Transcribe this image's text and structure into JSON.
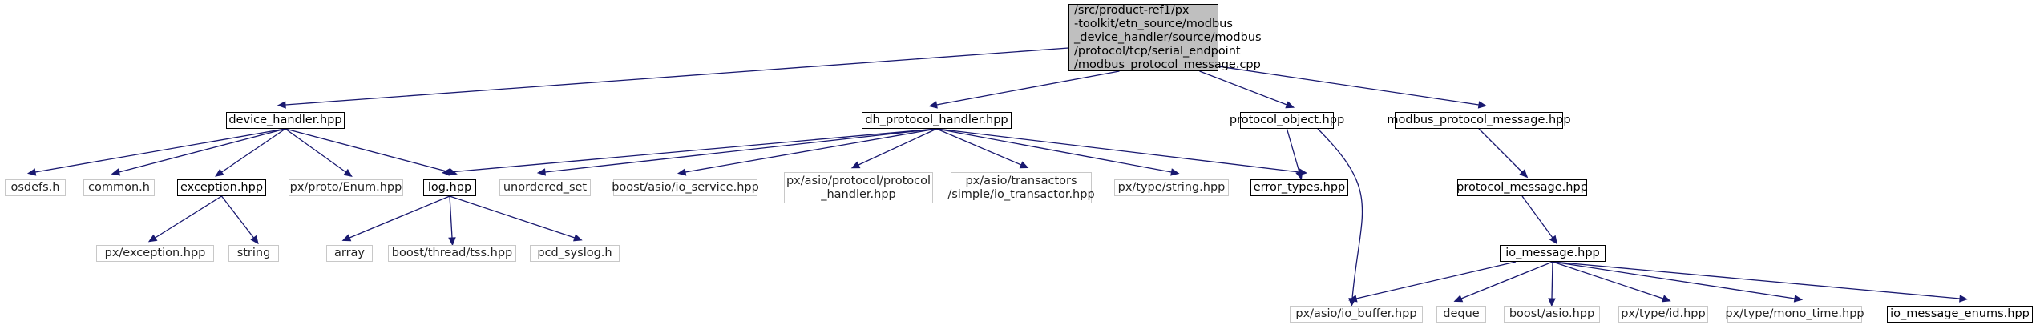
{
  "graph": {
    "colors": {
      "edge": "#191970",
      "root_fill": "#bfbfbf",
      "local_border": "#000000",
      "external_border": "#c8c8c8"
    },
    "nodes": [
      {
        "id": "root",
        "label": "/src/product-ref1/px\n-toolkit/etn_source/modbus\n_device_handler/source/modbus\n/protocol/tcp/serial_endpoint\n/modbus_protocol_message.cpp",
        "kind": "root"
      },
      {
        "id": "device_handler",
        "label": "device_handler.hpp",
        "kind": "local"
      },
      {
        "id": "dh_protocol_handler",
        "label": "dh_protocol_handler.hpp",
        "kind": "local"
      },
      {
        "id": "protocol_object",
        "label": "protocol_object.hpp",
        "kind": "local"
      },
      {
        "id": "modbus_protocol_message",
        "label": "modbus_protocol_message.hpp",
        "kind": "local"
      },
      {
        "id": "osdefs",
        "label": "osdefs.h",
        "kind": "external"
      },
      {
        "id": "common",
        "label": "common.h",
        "kind": "external"
      },
      {
        "id": "exception",
        "label": "exception.hpp",
        "kind": "local"
      },
      {
        "id": "proto_enum",
        "label": "px/proto/Enum.hpp",
        "kind": "external"
      },
      {
        "id": "log",
        "label": "log.hpp",
        "kind": "local"
      },
      {
        "id": "unordered_set",
        "label": "unordered_set",
        "kind": "external"
      },
      {
        "id": "io_service",
        "label": "boost/asio/io_service.hpp",
        "kind": "external"
      },
      {
        "id": "protocol_handler",
        "label": "px/asio/protocol/protocol\n_handler.hpp",
        "kind": "external"
      },
      {
        "id": "io_transactor",
        "label": "px/asio/transactors\n/simple/io_transactor.hpp",
        "kind": "external"
      },
      {
        "id": "type_string",
        "label": "px/type/string.hpp",
        "kind": "external"
      },
      {
        "id": "error_types",
        "label": "error_types.hpp",
        "kind": "local"
      },
      {
        "id": "protocol_message",
        "label": "protocol_message.hpp",
        "kind": "local"
      },
      {
        "id": "px_exception",
        "label": "px/exception.hpp",
        "kind": "external"
      },
      {
        "id": "string",
        "label": "string",
        "kind": "external"
      },
      {
        "id": "array",
        "label": "array",
        "kind": "external"
      },
      {
        "id": "tss",
        "label": "boost/thread/tss.hpp",
        "kind": "external"
      },
      {
        "id": "pcd_syslog",
        "label": "pcd_syslog.h",
        "kind": "external"
      },
      {
        "id": "io_message",
        "label": "io_message.hpp",
        "kind": "local"
      },
      {
        "id": "io_buffer",
        "label": "px/asio/io_buffer.hpp",
        "kind": "external"
      },
      {
        "id": "deque",
        "label": "deque",
        "kind": "external"
      },
      {
        "id": "boost_asio",
        "label": "boost/asio.hpp",
        "kind": "external"
      },
      {
        "id": "type_id",
        "label": "px/type/id.hpp",
        "kind": "external"
      },
      {
        "id": "mono_time",
        "label": "px/type/mono_time.hpp",
        "kind": "external"
      },
      {
        "id": "io_message_enums",
        "label": "io_message_enums.hpp",
        "kind": "local"
      }
    ],
    "edges": [
      [
        "root",
        "device_handler"
      ],
      [
        "root",
        "dh_protocol_handler"
      ],
      [
        "root",
        "protocol_object"
      ],
      [
        "root",
        "modbus_protocol_message"
      ],
      [
        "device_handler",
        "osdefs"
      ],
      [
        "device_handler",
        "common"
      ],
      [
        "device_handler",
        "exception"
      ],
      [
        "device_handler",
        "proto_enum"
      ],
      [
        "device_handler",
        "log"
      ],
      [
        "dh_protocol_handler",
        "log"
      ],
      [
        "dh_protocol_handler",
        "unordered_set"
      ],
      [
        "dh_protocol_handler",
        "io_service"
      ],
      [
        "dh_protocol_handler",
        "protocol_handler"
      ],
      [
        "dh_protocol_handler",
        "io_transactor"
      ],
      [
        "dh_protocol_handler",
        "type_string"
      ],
      [
        "dh_protocol_handler",
        "error_types"
      ],
      [
        "protocol_object",
        "error_types"
      ],
      [
        "protocol_object",
        "io_buffer"
      ],
      [
        "modbus_protocol_message",
        "protocol_message"
      ],
      [
        "exception",
        "px_exception"
      ],
      [
        "exception",
        "string"
      ],
      [
        "log",
        "array"
      ],
      [
        "log",
        "tss"
      ],
      [
        "log",
        "pcd_syslog"
      ],
      [
        "protocol_message",
        "io_message"
      ],
      [
        "io_message",
        "io_buffer"
      ],
      [
        "io_message",
        "deque"
      ],
      [
        "io_message",
        "boost_asio"
      ],
      [
        "io_message",
        "type_id"
      ],
      [
        "io_message",
        "mono_time"
      ],
      [
        "io_message",
        "io_message_enums"
      ]
    ]
  }
}
